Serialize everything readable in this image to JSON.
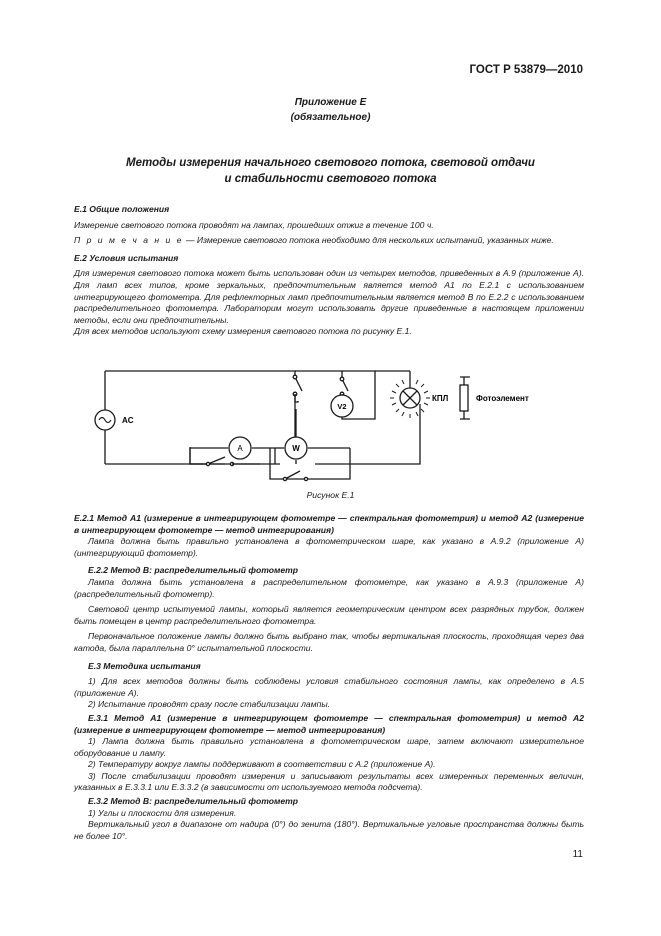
{
  "header": {
    "standard_code": "ГОСТ Р 53879—2010"
  },
  "annex": {
    "title": "Приложение Е",
    "status": "(обязательное)"
  },
  "main_title": {
    "line1": "Методы измерения начального светового потока, световой отдачи",
    "line2": "и стабильности светового потока"
  },
  "sections_top": {
    "e1_heading": "Е.1  Общие положения",
    "e1_p1": "Измерение светового потока проводят на лампах, прошедших отжиг в течение 100 ч.",
    "e1_note_label": "П р и м е ч а н и е",
    "e1_note_text": " — Измерение светового потока необходимо для нескольких испытаний, указанных ниже.",
    "e2_heading": "Е.2  Условия испытания",
    "e2_p1": "Для измерения светового потока может быть использован один из четырех методов, приведенных в А.9 (приложение А). Для ламп всех типов, кроме зеркальных, предпочтительным является метод А1 по Е.2.1 с использованием интегрирующего фотометра. Для рефлекторных ламп предпочтительным является метод В по Е.2.2 с использованием распределительного фотометра. Лабораторим могут использовать другие приведенные в настоящем приложении методы, если они предпочтительны.",
    "e2_p2": "Для всех методов используют схему измерения светового потока по рисунку Е.1."
  },
  "figure": {
    "label_ac": "AC",
    "label_a": "A",
    "label_w": "W",
    "label_v2": "V2",
    "label_kpl": "КПЛ",
    "label_photo": "Фотоэлемент",
    "caption": "Рисунок Е.1"
  },
  "sections_bottom": {
    "e21_heading": "Е.2.1  Метод А1 (измерение в интегрирующем фотометре — спектральная фотометрия) и метод А2 (измерение в интегрирующем фотометре — метод интегрирования)",
    "e21_p1": "Лампа должна быть правильно установлена в фотометрическом шаре, как указано в А.9.2 (приложение А) (интегрирующий фотометр).",
    "e22_heading": "Е.2.2  Метод В: распределительный фотометр",
    "e22_p1": "Лампа должна быть установлена в распределительном фотометре, как указано в А.9.3 (приложение А) (распределительный фотометр).",
    "e22_p2": "Световой центр испытуемой лампы, который является геометрическим центром всех разрядных трубок, должен быть помещен в центр распределительного фотометра.",
    "e22_p3": "Первоначальное положение лампы должно быть выбрано так, чтобы вертикальная плоскость, проходящая через два катода, была параллельна 0° испытательной плоскости.",
    "e3_heading": "Е.3  Методика испытания",
    "e3_p1": "1)  Для всех методов должны быть соблюдены условия стабильного состояния лампы, как определено в А.5 (приложение А).",
    "e3_p2": "2)  Испытание проводят сразу после стабилизации лампы.",
    "e31_heading": "Е.3.1  Метод А1 (измерение в интегрирующем фотометре — спектральная фотометрия) и метод А2 (измерение в интегрирующем фотометре — метод интегрирования)",
    "e31_p1": "1)  Лампа должна быть правильно установлена в фотометрическом шаре, затем включают измерительное оборудование и лампу.",
    "e31_p2": "2)  Температуру вокруг лампы поддерживают в соответствии с А.2 (приложение А).",
    "e31_p3": "3)  После стабилизации проводят измерения и записывают результаты всех измеренных переменных величин, указанных в Е.3.3.1 или Е.3.3.2 (в зависимости от используемого метода подсчета).",
    "e32_heading": "Е.3.2  Метод В: распределительный фотометр",
    "e32_p1": "1)  Углы и плоскости для измерения.",
    "e32_p2": "Вертикальный угол в диапазоне от надира (0°) до зенита (180°). Вертикальные угловые пространства должны быть не более 10°."
  },
  "page_number": "11"
}
